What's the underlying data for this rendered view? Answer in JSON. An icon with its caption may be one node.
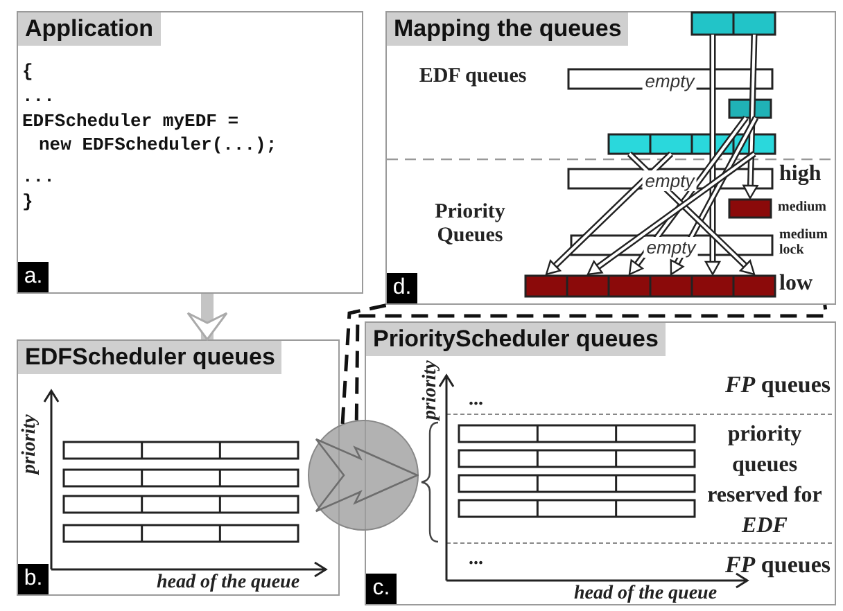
{
  "diagram": {
    "nodes": [
      {
        "text": [
          "Application",
          "a."
        ]
      },
      {
        "text": [
          "Mapping the queues",
          "d."
        ]
      },
      {
        "text": [
          "EDFScheduler queues",
          "b."
        ]
      },
      {
        "text": [
          "PriorityScheduler queues",
          "c."
        ]
      },
      {
        "text": [],
        "shape": "circle"
      }
    ],
    "edges": [
      {
        "from": 0,
        "to": 2,
        "arrow": "to",
        "style": "thick",
        "color": "#c4c4c4"
      },
      {
        "from": 4,
        "to": 1,
        "arrow": "none",
        "style": "dashed"
      },
      {
        "from": 4,
        "to": 1,
        "arrow": "none",
        "style": "dashed"
      }
    ],
    "labels": [
      "{",
      "...",
      "EDFScheduler myEDF = new EDFScheduler(...);",
      "...",
      "}",
      "EDF queues",
      "empty",
      "empty",
      "high",
      "medium",
      "Priority Queues",
      "empty",
      "medium lock",
      "low",
      "priority",
      "head of the queue",
      "*FP* queues",
      "...",
      "priority queues reserved for *EDF*",
      "...",
      "*FP* queues",
      "priority",
      "head of the queue"
    ]
  }
}
